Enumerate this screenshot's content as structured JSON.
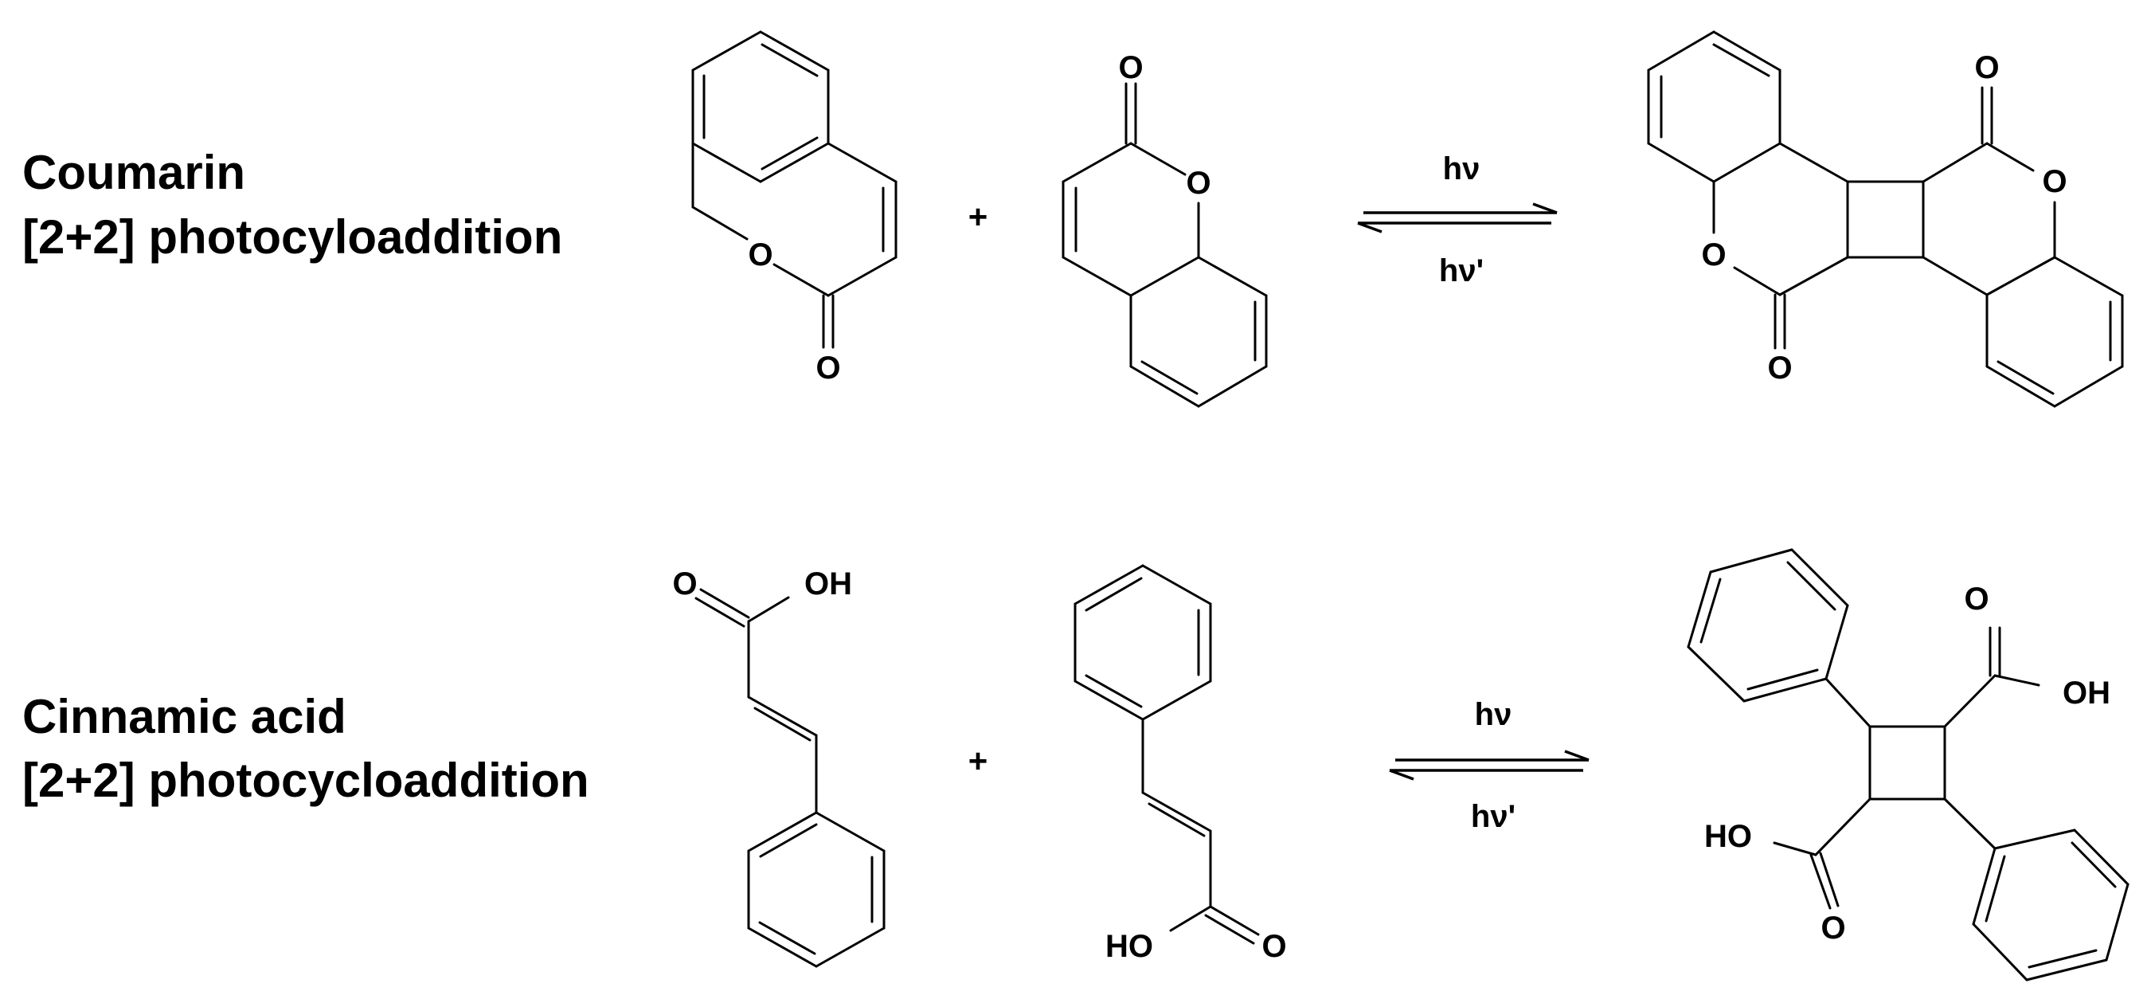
{
  "reactions": [
    {
      "title_line1": "Coumarin",
      "title_line2": "[2+2] photocyloaddition",
      "plus": "+",
      "forward_condition": "hν",
      "reverse_condition": "hν'",
      "reactant1": {
        "atoms": [
          "O",
          "O"
        ]
      },
      "reactant2": {
        "atoms": [
          "O",
          "O"
        ]
      },
      "product": {
        "atoms": [
          "O",
          "O",
          "O",
          "O"
        ]
      }
    },
    {
      "title_line1": "Cinnamic acid",
      "title_line2": "[2+2] photocycloaddition",
      "plus": "+",
      "forward_condition": "hν",
      "reverse_condition": "hν'",
      "reactant1": {
        "atoms": [
          "O",
          "OH"
        ]
      },
      "reactant2": {
        "atoms": [
          "HO",
          "O"
        ]
      },
      "product": {
        "atoms": [
          "O",
          "OH",
          "HO",
          "O"
        ]
      }
    }
  ]
}
